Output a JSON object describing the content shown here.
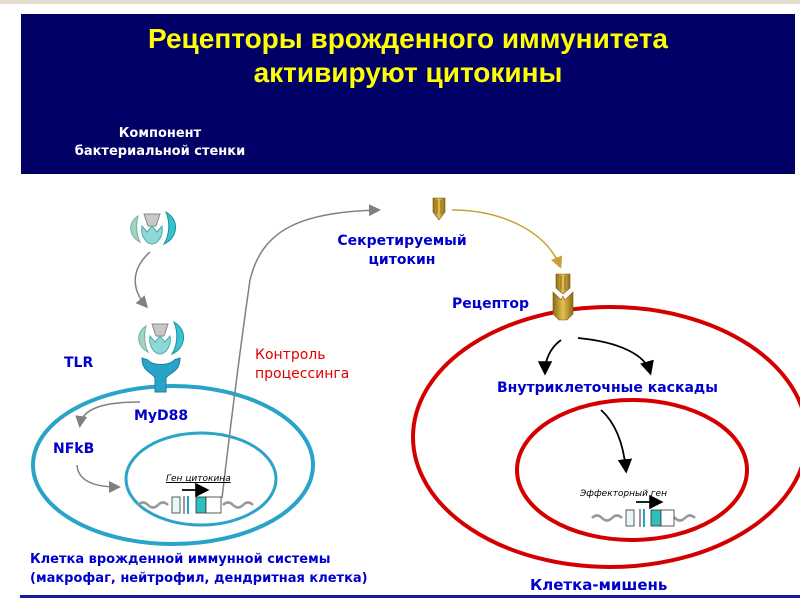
{
  "slide": {
    "title_line1": "Рецепторы врожденного иммунитета",
    "title_line2": "активируют цитокины",
    "subtitle_line1": "Компонент",
    "subtitle_line2": "бактериальной стенки"
  },
  "innate_cell": {
    "receptor_label": "TLR",
    "adapter_label": "MyD88",
    "factor_label": "NFkB",
    "gene_label": "Ген цитокина",
    "processing_label_line1": "Контроль",
    "processing_label_line2": "процессинга",
    "caption_line1": "Клетка врожденной иммунной системы",
    "caption_line2": "(макрофаг, нейтрофил, дендритная клетка)"
  },
  "cytokine": {
    "label_line1": "Секретируемый",
    "label_line2": "цитокин"
  },
  "target_cell": {
    "receptor_label": "Рецептор",
    "cascade_label": "Внутриклеточные каскады",
    "gene_label": "Эффекторный ген",
    "caption": "Клетка-мишень"
  },
  "colors": {
    "banner": "#000066",
    "title": "#ffff00",
    "label_blue": "#0000cc",
    "label_red": "#e00000",
    "innate_membrane": "#2aa3c8",
    "target_membrane": "#d40000",
    "cytokine_gold": "#c9a033",
    "arrow_gray": "#808080"
  }
}
